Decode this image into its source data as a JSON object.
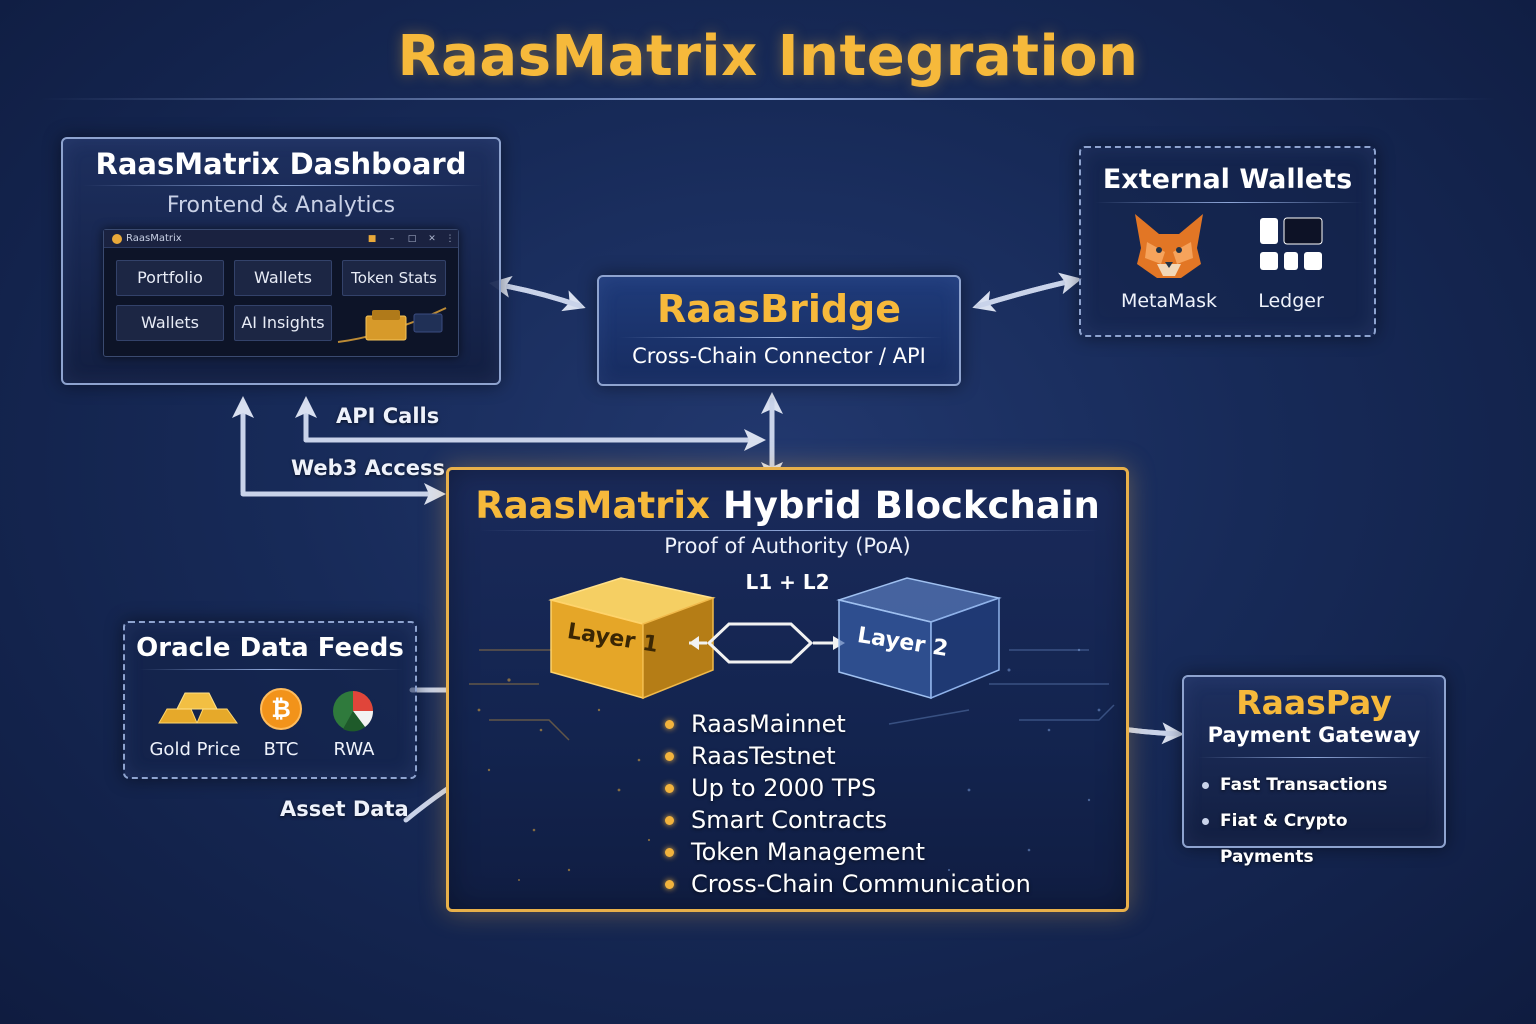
{
  "title": "RaasMatrix Integration",
  "dashboard": {
    "title": "RaasMatrix Dashboard",
    "subtitle": "Frontend & Analytics",
    "window_title": "RaasMatrix",
    "tiles": [
      "Portfolio",
      "Wallets",
      "Token Stats",
      "Wallets",
      "AI Insights"
    ]
  },
  "bridge": {
    "title": "RaasBridge",
    "subtitle": "Cross-Chain Connector / API"
  },
  "wallets": {
    "title": "External Wallets",
    "items": [
      {
        "label": "MetaMask",
        "icon": "metamask-fox-icon"
      },
      {
        "label": "Ledger",
        "icon": "ledger-icon"
      }
    ]
  },
  "connectors": {
    "api_calls": "API Calls",
    "web3_access": "Web3 Access",
    "asset_data": "Asset Data"
  },
  "blockchain": {
    "title_accent": "RaasMatrix",
    "title_rest": "Hybrid Blockchain",
    "consensus": "Proof of Authority (PoA)",
    "layers_label": "L1 + L2",
    "layer1": "Layer 1",
    "layer2": "Layer 2",
    "features": [
      "RaasMainnet",
      "RaasTestnet",
      "Up to 2000 TPS",
      "Smart Contracts",
      "Token Management",
      "Cross-Chain Communication"
    ]
  },
  "oracle": {
    "title": "Oracle Data Feeds",
    "items": [
      {
        "label": "Gold Price",
        "icon": "gold-bars-icon"
      },
      {
        "label": "BTC",
        "icon": "bitcoin-icon"
      },
      {
        "label": "RWA",
        "icon": "pie-chart-icon"
      }
    ]
  },
  "raaspay": {
    "title": "RaasPay",
    "subtitle": "Payment Gateway",
    "features": [
      "Fast Transactions",
      "Fiat & Crypto Payments"
    ]
  },
  "colors": {
    "accent_gold": "#f6b93b",
    "panel_border": "#8ea3cf",
    "background": "#172a58",
    "layer1": "#e5a628",
    "layer2": "#3f6cb0"
  }
}
